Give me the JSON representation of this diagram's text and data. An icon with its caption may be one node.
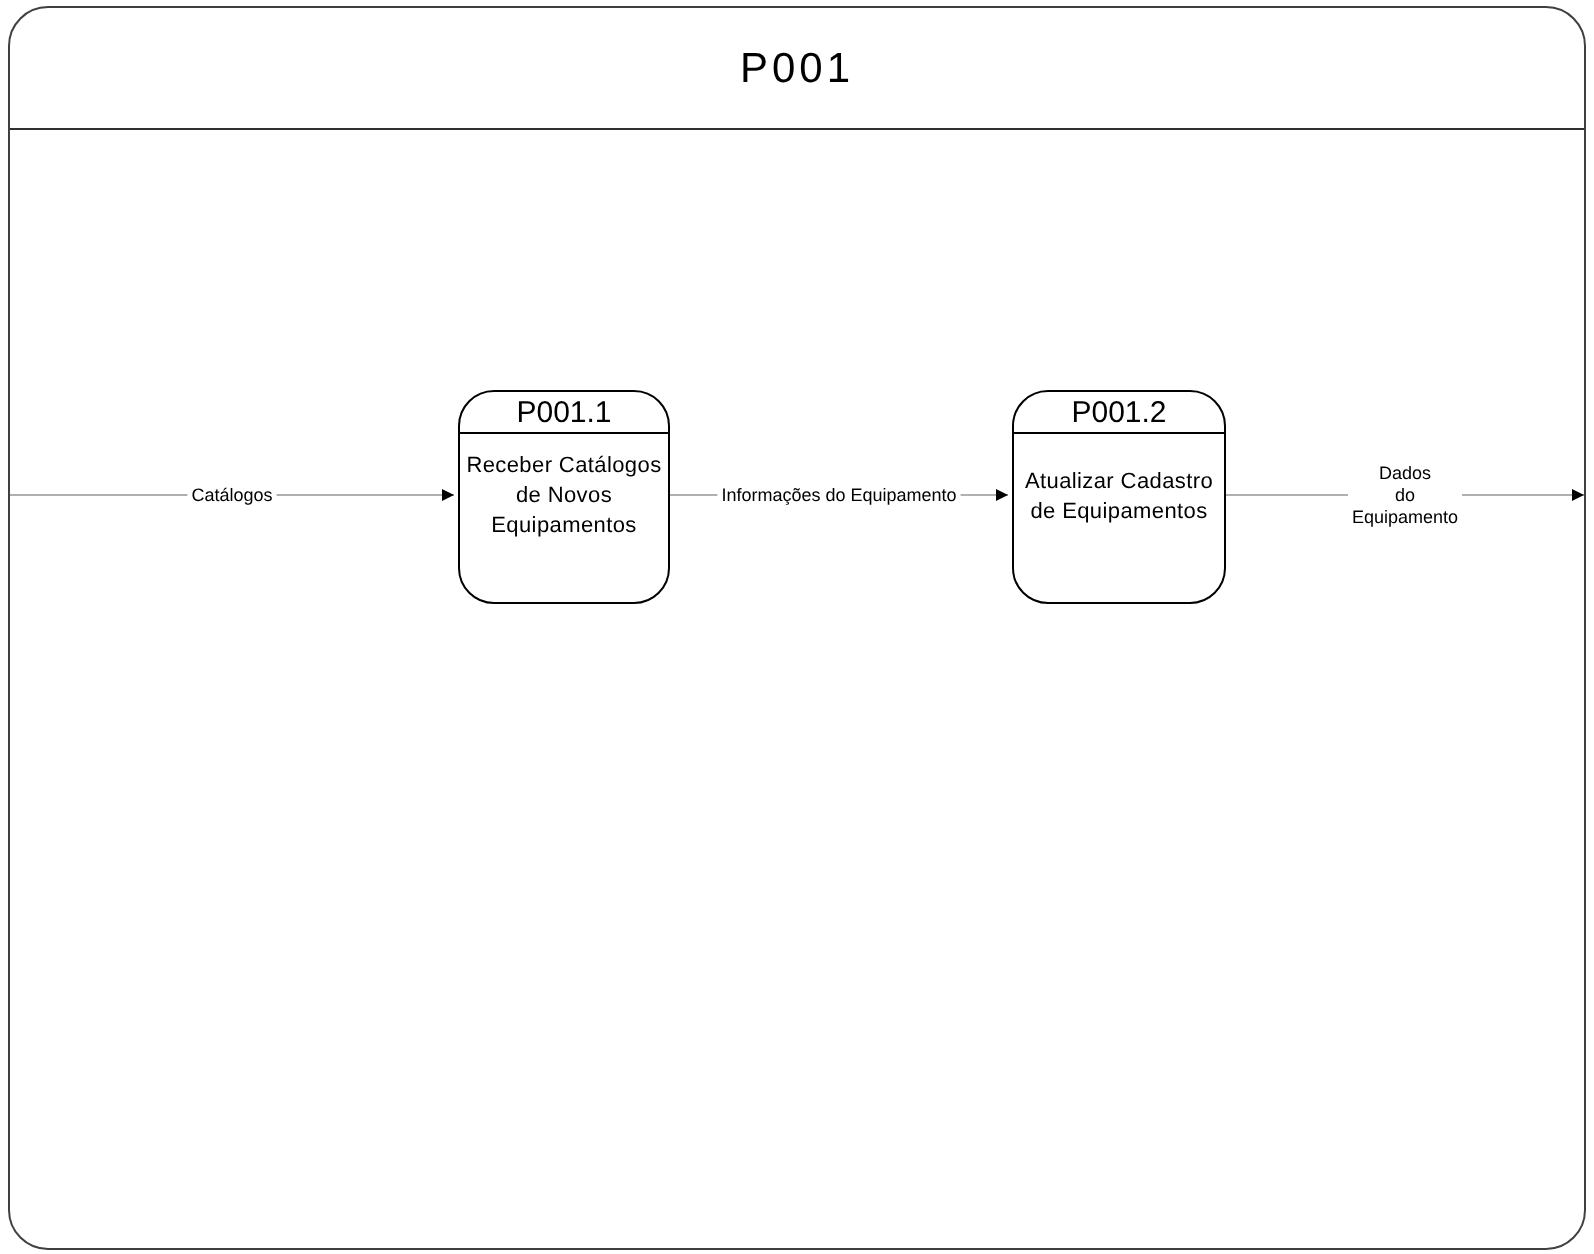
{
  "diagram": {
    "nodes": [
      {
        "text": [
          "P001"
        ]
      },
      {
        "text": [
          "P001.1",
          "Receber Catálogos de Novos Equipamentos"
        ],
        "in": 0
      },
      {
        "text": [
          "P001.2",
          "Atualizar Cadastro de Equipamentos"
        ],
        "in": 0
      }
    ],
    "edges": [
      {
        "from": null,
        "to": 1,
        "arrow": "to",
        "label": "Catálogos"
      },
      {
        "from": 1,
        "to": 2,
        "arrow": "to",
        "label": "Informações do Equipamento"
      },
      {
        "from": 2,
        "to": null,
        "arrow": "to",
        "label": "Dados do Equipamento"
      }
    ]
  }
}
